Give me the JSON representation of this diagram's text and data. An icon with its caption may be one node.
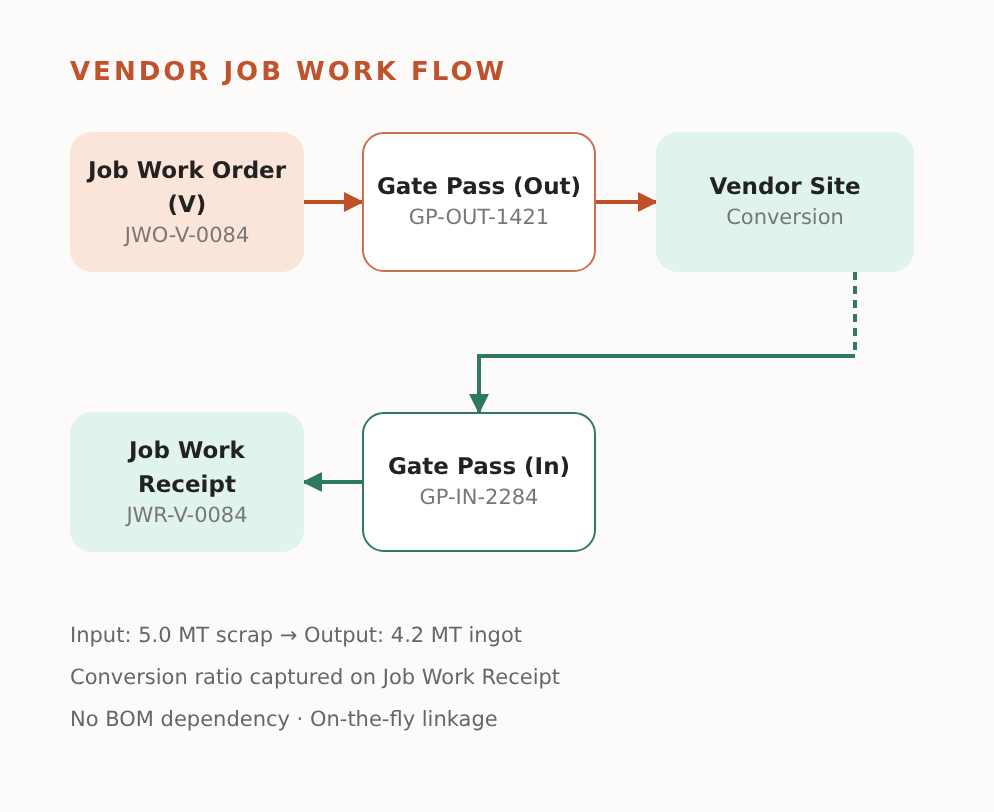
{
  "diagram": {
    "title": "VENDOR JOB WORK FLOW",
    "nodes": [
      {
        "text": [
          "Job Work Order (V)",
          "JWO-V-0084"
        ]
      },
      {
        "text": [
          "Gate Pass (Out)",
          "GP-OUT-1421"
        ]
      },
      {
        "text": [
          "Vendor Site",
          "Conversion"
        ]
      },
      {
        "text": [
          "Job Work Receipt",
          "JWR-V-0084"
        ]
      },
      {
        "text": [
          "Gate Pass (In)",
          "GP-IN-2284"
        ]
      }
    ],
    "edges": [
      {
        "from": 0,
        "to": 1,
        "arrow": "to",
        "color": "#c0502a"
      },
      {
        "from": 1,
        "to": 2,
        "arrow": "to",
        "color": "#c0502a"
      },
      {
        "from": 2,
        "to": 4,
        "arrow": "to",
        "style": "dashed",
        "color": "#2f7a5f"
      },
      {
        "from": 4,
        "to": 3,
        "arrow": "to",
        "color": "#2f7a5f"
      }
    ],
    "labels": [
      "Input: 5.0 MT scrap → Output: 4.2 MT ingot",
      "Conversion ratio captured on Job Work Receipt",
      "No BOM dependency · On-the-fly linkage"
    ]
  }
}
